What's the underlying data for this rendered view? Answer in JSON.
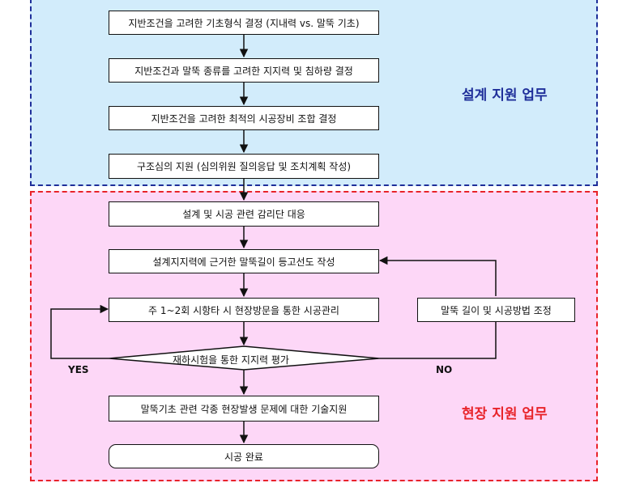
{
  "regions": {
    "design_label": "설계 지원 업무",
    "design_color": "#1f2f9a",
    "field_label": "현장 지원 업무",
    "field_color": "#e8232a"
  },
  "steps": {
    "s1": "지반조건을 고려한 기초형식 결정 (지내력 vs. 말뚝 기초)",
    "s2": "지반조건과 말뚝 종류를 고려한 지지력 및 침하량 결정",
    "s3": "지반조건을 고려한 최적의 시공장비 조합 결정",
    "s4": "구조심의 지원 (심의위원 질의응답 및 조치계획 작성)",
    "s5": "설계 및 시공 관련 감리단 대응",
    "s6": "설계지지력에 근거한 말뚝길이 등고선도 작성",
    "s7": "주 1~2회 시항타 시 현장방문을 통한 시공관리",
    "side": "말뚝 길이 및 시공방법 조정",
    "decision": "재하시험을 통한 지지력 평가",
    "s8": "말뚝기초 관련 각종 현장발생 문제에 대한 기술지원",
    "end": "시공 완료"
  },
  "edges": {
    "yes": "YES",
    "no": "NO"
  }
}
